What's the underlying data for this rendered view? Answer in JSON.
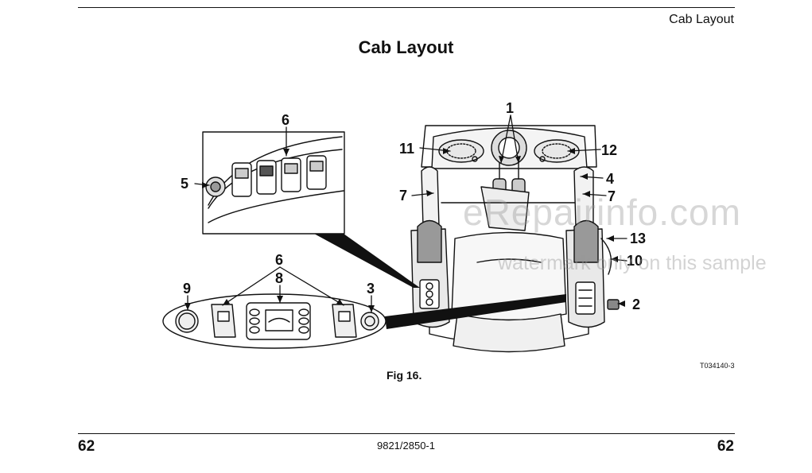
{
  "header": {
    "section_label": "Cab Layout"
  },
  "title": "Cab Layout",
  "figure": {
    "caption": "Fig 16.",
    "code": "T034140-3",
    "callouts": [
      "1",
      "2",
      "3",
      "4",
      "5",
      "6",
      "6",
      "7",
      "7",
      "8",
      "9",
      "10",
      "11",
      "12",
      "13"
    ]
  },
  "footer": {
    "page_left": "62",
    "doc_number": "9821/2850-1",
    "page_right": "62"
  },
  "watermark": {
    "site": "eRepairinfo.com",
    "note": "watermark only on this sample"
  }
}
